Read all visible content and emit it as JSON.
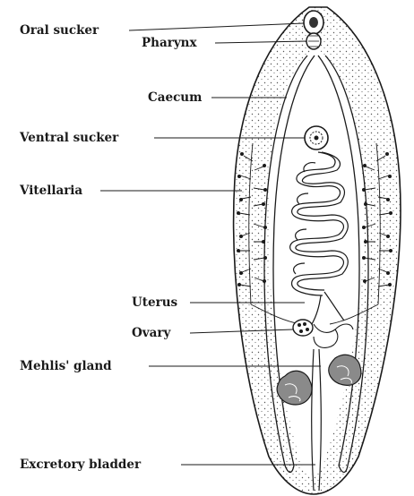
{
  "labels": {
    "oral_sucker": "Oral sucker",
    "pharynx": "Pharynx",
    "caecum": "Caecum",
    "ventral_sucker": "Ventral sucker",
    "vitellaria": "Vitellaria",
    "uterus": "Uterus",
    "ovary": "Ovary",
    "mehlis_gland": "Mehlis' gland",
    "excretory_bladder": "Excretory bladder"
  },
  "colors": {
    "ink": "#1a1a1a",
    "paper": "#ffffff",
    "stipple": "#555555"
  }
}
